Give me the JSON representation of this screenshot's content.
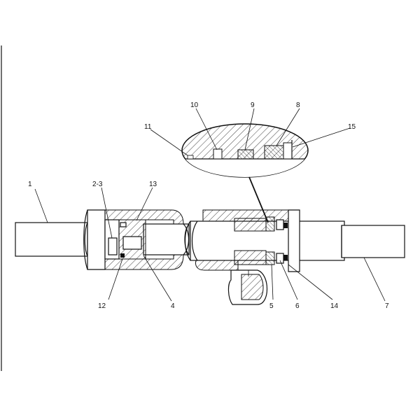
{
  "callouts": {
    "c1": "1",
    "c2_3": "2-3",
    "c4": "4",
    "c5": "5",
    "c6": "6",
    "c7": "7",
    "c8": "8",
    "c9": "9",
    "c10": "10",
    "c11": "11",
    "c12": "12",
    "c13": "13",
    "c14": "14",
    "c15": "15"
  },
  "colors": {
    "line": "#111111",
    "background": "#ffffff"
  }
}
